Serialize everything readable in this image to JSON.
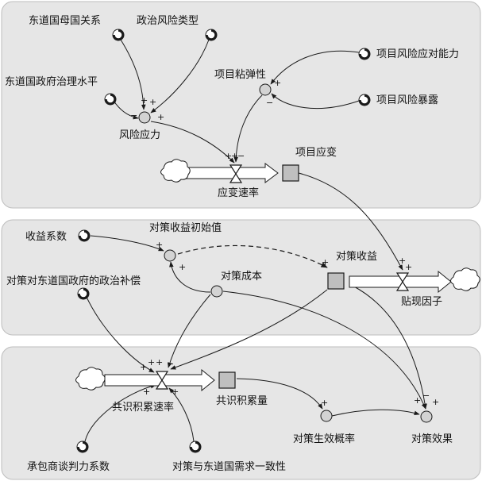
{
  "nodes": {
    "parent_relation": "东道国母国关系",
    "political_risk_type": "政治风险类型",
    "gov_governance": "东道国政府治理水平",
    "risk_stress": "风险应力",
    "project_resilience": "项目粘弹性",
    "risk_response_capacity": "项目风险应对能力",
    "risk_exposure": "项目风险暴露",
    "strain_rate": "应变速率",
    "project_strain": "项目应变",
    "benefit_coefficient": "收益系数",
    "initial_benefit": "对策收益初始值",
    "political_compensation": "对策对东道国政府的政治补偿",
    "strategy_cost": "对策成本",
    "strategy_benefit": "对策收益",
    "discount_factor": "贴现因子",
    "consensus_rate": "共识积累速率",
    "consensus_amount": "共识积累量",
    "success_probability": "对策生效概率",
    "strategy_effect": "对策效果",
    "negotiation_coef": "承包商谈判力系数",
    "demand_consistency": "对策与东道国需求一致性"
  },
  "polarity": {
    "plus": "+",
    "minus": "−"
  }
}
